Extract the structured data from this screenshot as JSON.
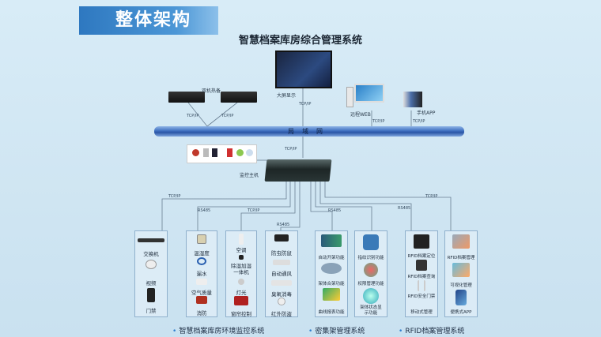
{
  "banner": {
    "title": "整体架构"
  },
  "main_title": "智慧档案库房综合管理系统",
  "top": {
    "display": "大屏显示",
    "servers": "双机热备",
    "web": "远程WEB",
    "app": "手机APP"
  },
  "bus": "局域网",
  "host": "监控主机",
  "protocols": {
    "tcp": "TCP/IP",
    "rs485": "RS485"
  },
  "groups": [
    {
      "items": [
        "交换机",
        "视频",
        "门禁"
      ]
    },
    {
      "items": [
        "温湿度",
        "漏水",
        "空气质量",
        "消防"
      ]
    },
    {
      "items": [
        "空调",
        "除湿加湿一体机",
        "灯光",
        "窗帘控制"
      ]
    },
    {
      "items": [
        "防虫防鼠",
        "自动通风",
        "臭氧消毒",
        "红外防盗"
      ]
    },
    {
      "items": [
        "自动开架功能",
        "架体合架功能",
        "曲线报表功能"
      ]
    },
    {
      "items": [
        "指纹识别功能",
        "权限管理功能",
        "架体状态显示功能"
      ]
    },
    {
      "items": [
        "RFID档案定位",
        "RFID档案查询",
        "RFID安全门禁",
        "移动式管理"
      ]
    },
    {
      "items": [
        "RFID档案管理",
        "可视化管理",
        "便携式APP"
      ]
    }
  ],
  "systems": [
    "智慧档案库房环境监控系统",
    "密集架管理系统",
    "RFID档案管理系统"
  ],
  "colors": {
    "banner": "#2e78c0",
    "bus": "#2a55a5",
    "background": "#d8ecf7"
  }
}
